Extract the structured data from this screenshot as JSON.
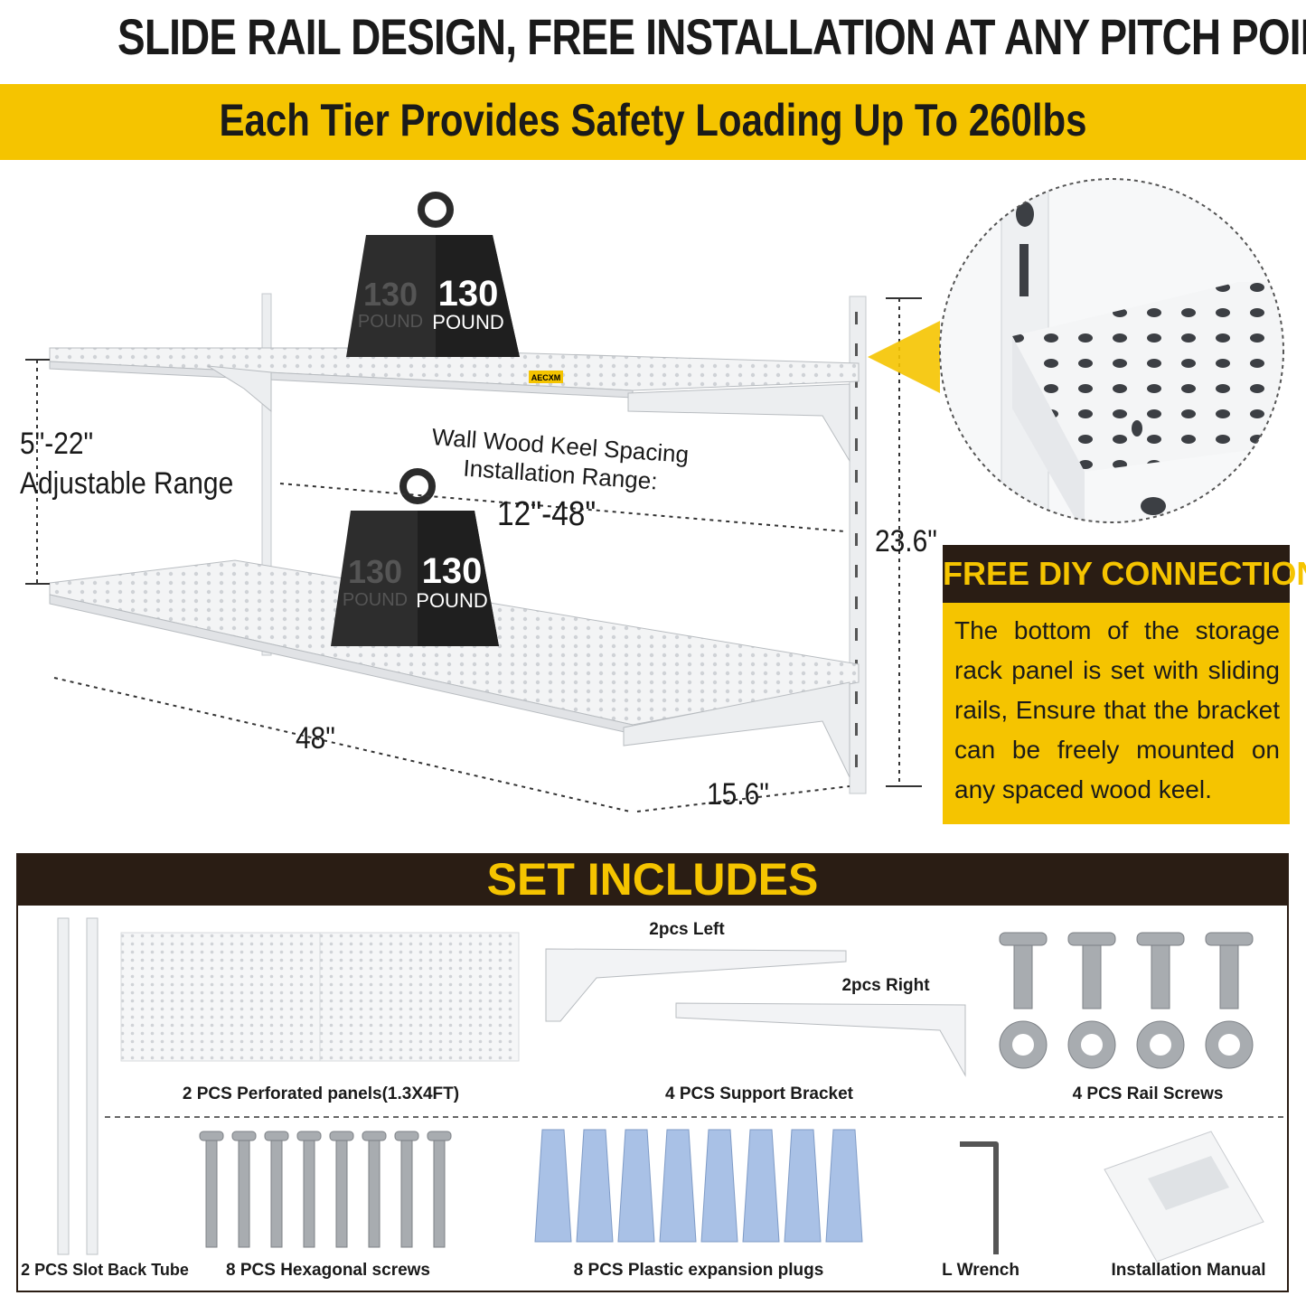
{
  "headline": "SLIDE RAIL DESIGN, FREE INSTALLATION AT ANY PITCH POINT",
  "subheadline": "Each Tier Provides Safety Loading Up To 260lbs",
  "diagram": {
    "weight_top": {
      "num": "130",
      "unit": "POUND"
    },
    "weight_bottom": {
      "num": "130",
      "unit": "POUND"
    },
    "brand_label": "AECXM",
    "tier_range": "5\"-22\"",
    "tier_range_caption": "Adjustable Range",
    "keel_line1": "Wall Wood Keel Spacing",
    "keel_line2": "Installation Range:",
    "keel_range": "12\"-48\"",
    "height": "23.6\"",
    "width": "48\"",
    "depth": "15.6\""
  },
  "diy": {
    "title": "FREE DIY CONNECTION",
    "body": "The bottom of the storage rack panel is set with sliding rails, Ensure that the bracket can be freely mounted on any spaced wood keel."
  },
  "set_includes": {
    "title": "SET INCLUDES",
    "bracket_left_label": "2pcs Left",
    "bracket_right_label": "2pcs Right",
    "items": [
      {
        "label": "2 PCS Perforated panels(1.3X4FT)"
      },
      {
        "label": "4 PCS Support Bracket"
      },
      {
        "label": "4 PCS Rail Screws"
      },
      {
        "label": "2 PCS Slot Back Tube"
      },
      {
        "label": "8 PCS Hexagonal screws"
      },
      {
        "label": "8 PCS Plastic expansion plugs"
      },
      {
        "label": "L Wrench"
      },
      {
        "label": "Installation Manual"
      }
    ]
  },
  "colors": {
    "accent_yellow": "#f5c400",
    "dark_brown": "#2a1d14",
    "plug_blue": "#a9c1e6",
    "metal_gray": "#a8acb0"
  }
}
